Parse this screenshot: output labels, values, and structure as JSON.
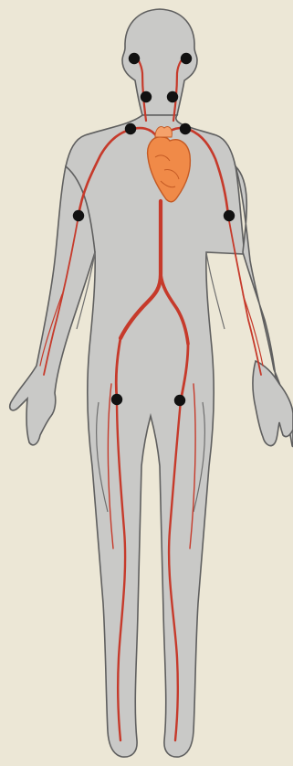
{
  "figure": {
    "kind": "human-circulatory-pulse-points",
    "paper_color": "#ece7d6",
    "body_fill": "#c9c9c7",
    "body_outline": "#5f5f5f",
    "artery_color": "#c63a2b",
    "heart_color": "#f08a48",
    "pulse_point_color": "#111111"
  },
  "pulse_points": [
    {
      "name": "temporal-left"
    },
    {
      "name": "temporal-right"
    },
    {
      "name": "facial-left"
    },
    {
      "name": "facial-right"
    },
    {
      "name": "carotid-left"
    },
    {
      "name": "carotid-right"
    },
    {
      "name": "brachial-left"
    },
    {
      "name": "brachial-right"
    },
    {
      "name": "femoral-left"
    },
    {
      "name": "femoral-right"
    }
  ]
}
